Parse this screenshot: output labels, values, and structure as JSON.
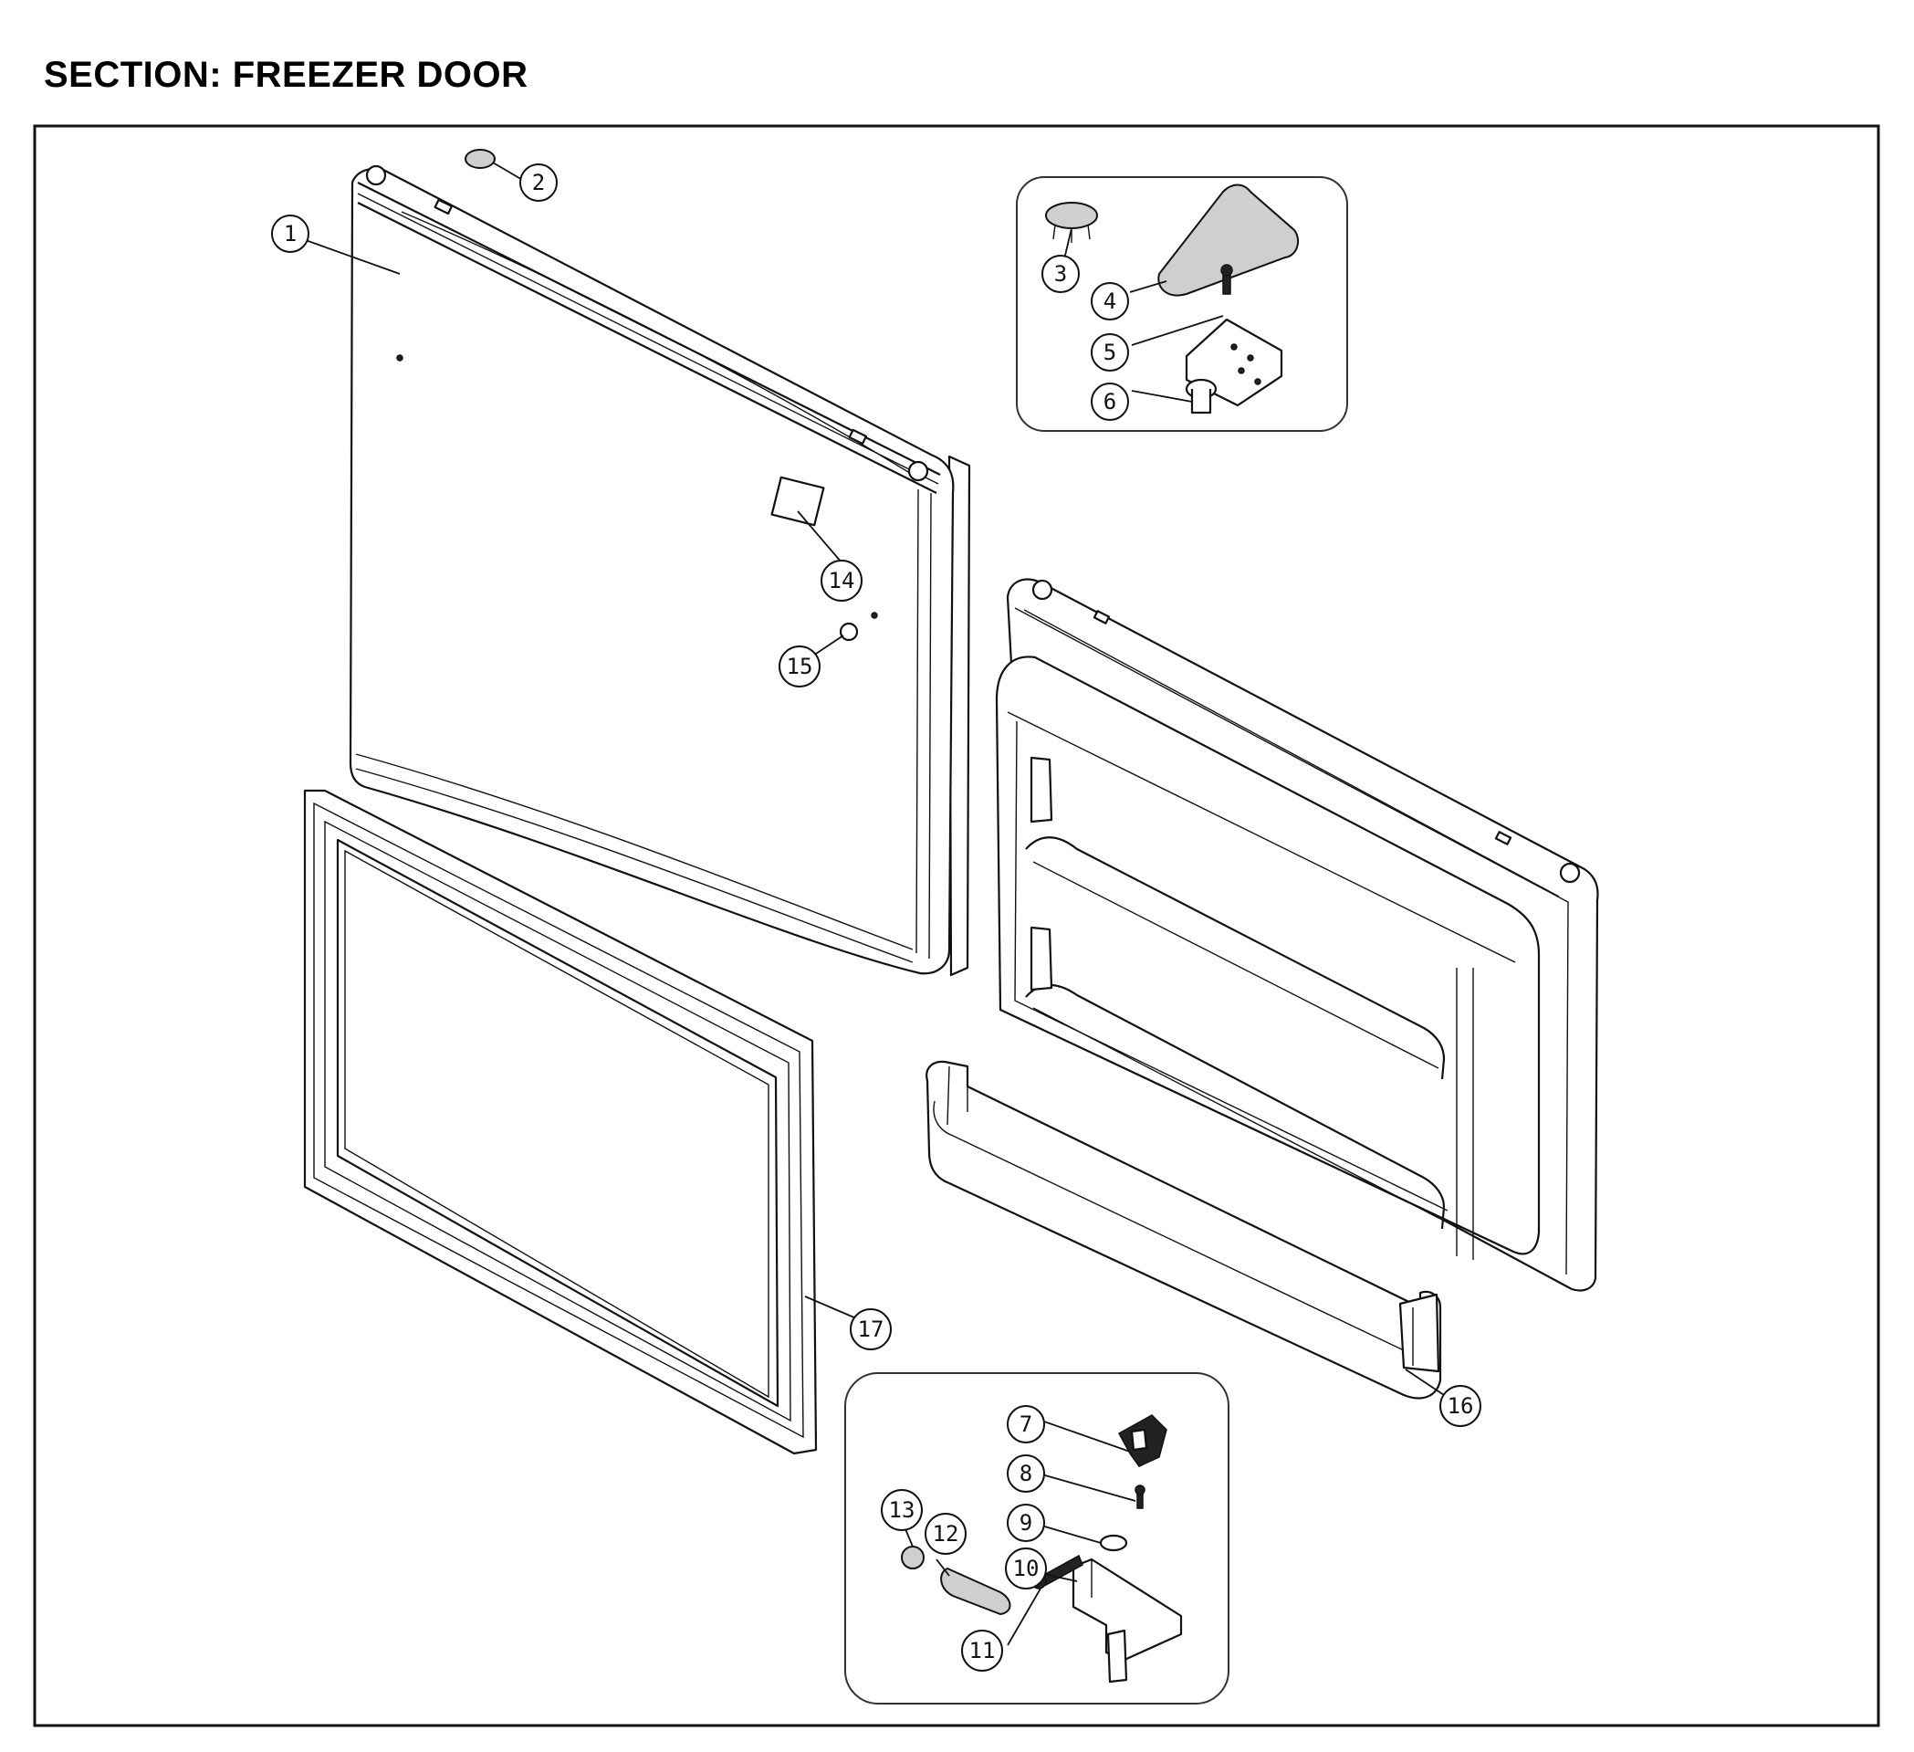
{
  "title": "SECTION: FREEZER DOOR",
  "callouts": [
    {
      "id": "1",
      "label": "1"
    },
    {
      "id": "2",
      "label": "2"
    },
    {
      "id": "3",
      "label": "3"
    },
    {
      "id": "4",
      "label": "4"
    },
    {
      "id": "5",
      "label": "5"
    },
    {
      "id": "6",
      "label": "6"
    },
    {
      "id": "7",
      "label": "7"
    },
    {
      "id": "8",
      "label": "8"
    },
    {
      "id": "9",
      "label": "9"
    },
    {
      "id": "10",
      "label": "10"
    },
    {
      "id": "11",
      "label": "11"
    },
    {
      "id": "12",
      "label": "12"
    },
    {
      "id": "13",
      "label": "13"
    },
    {
      "id": "14",
      "label": "14"
    },
    {
      "id": "15",
      "label": "15"
    },
    {
      "id": "16",
      "label": "16"
    },
    {
      "id": "17",
      "label": "17"
    }
  ]
}
